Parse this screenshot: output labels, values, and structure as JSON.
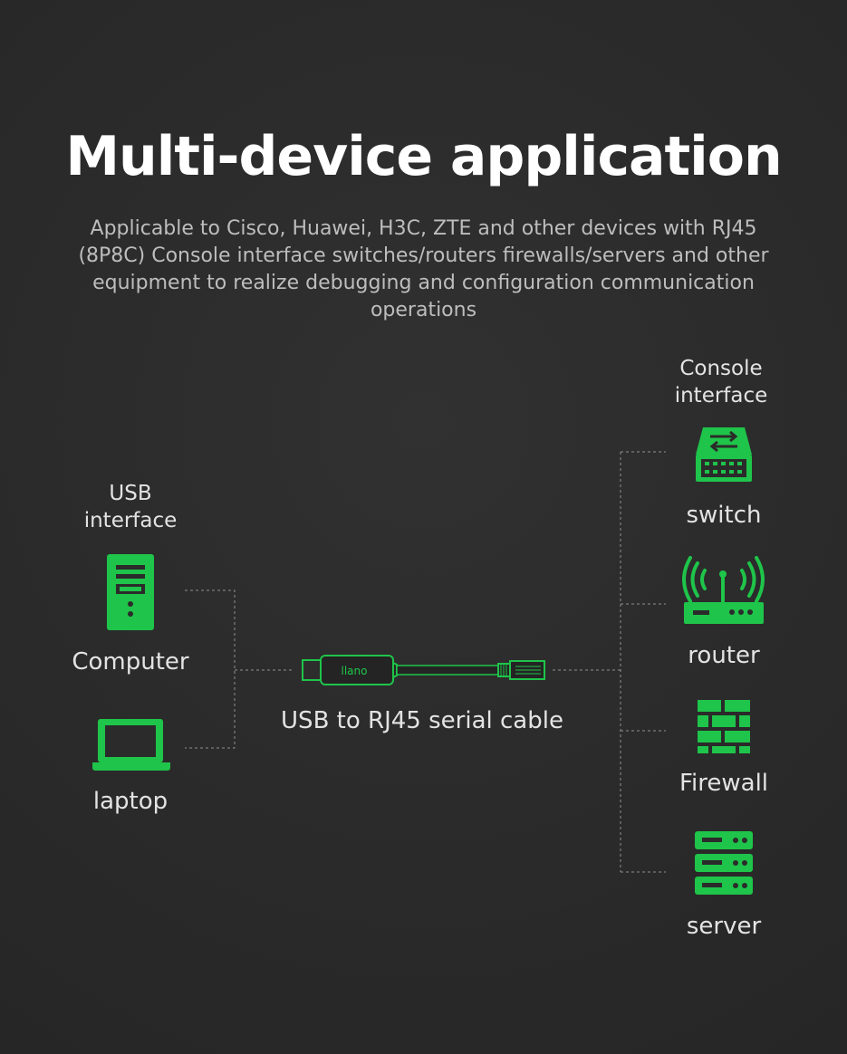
{
  "title": "Multi-device application",
  "subtitle": "Applicable to Cisco, Huawei, H3C, ZTE and other devices with RJ45 (8P8C) Console interface switches/routers firewalls/servers and other equipment to realize debugging and configuration communication operations",
  "left": {
    "heading_line1": "USB",
    "heading_line2": "interface",
    "devices": [
      {
        "label": "Computer",
        "icon": "computer-tower-icon"
      },
      {
        "label": "laptop",
        "icon": "laptop-icon"
      }
    ]
  },
  "cable": {
    "label": "USB to RJ45 serial cable",
    "brand": "llano"
  },
  "right": {
    "heading_line1": "Console",
    "heading_line2": "interface",
    "devices": [
      {
        "label": "switch",
        "icon": "switch-icon"
      },
      {
        "label": "router",
        "icon": "router-icon"
      },
      {
        "label": "Firewall",
        "icon": "firewall-icon"
      },
      {
        "label": "server",
        "icon": "server-icon"
      }
    ]
  },
  "colors": {
    "accent": "#1fc44a",
    "background": "#2b2b2b",
    "text": "#e3e3e3",
    "line": "#9a9a9a"
  }
}
